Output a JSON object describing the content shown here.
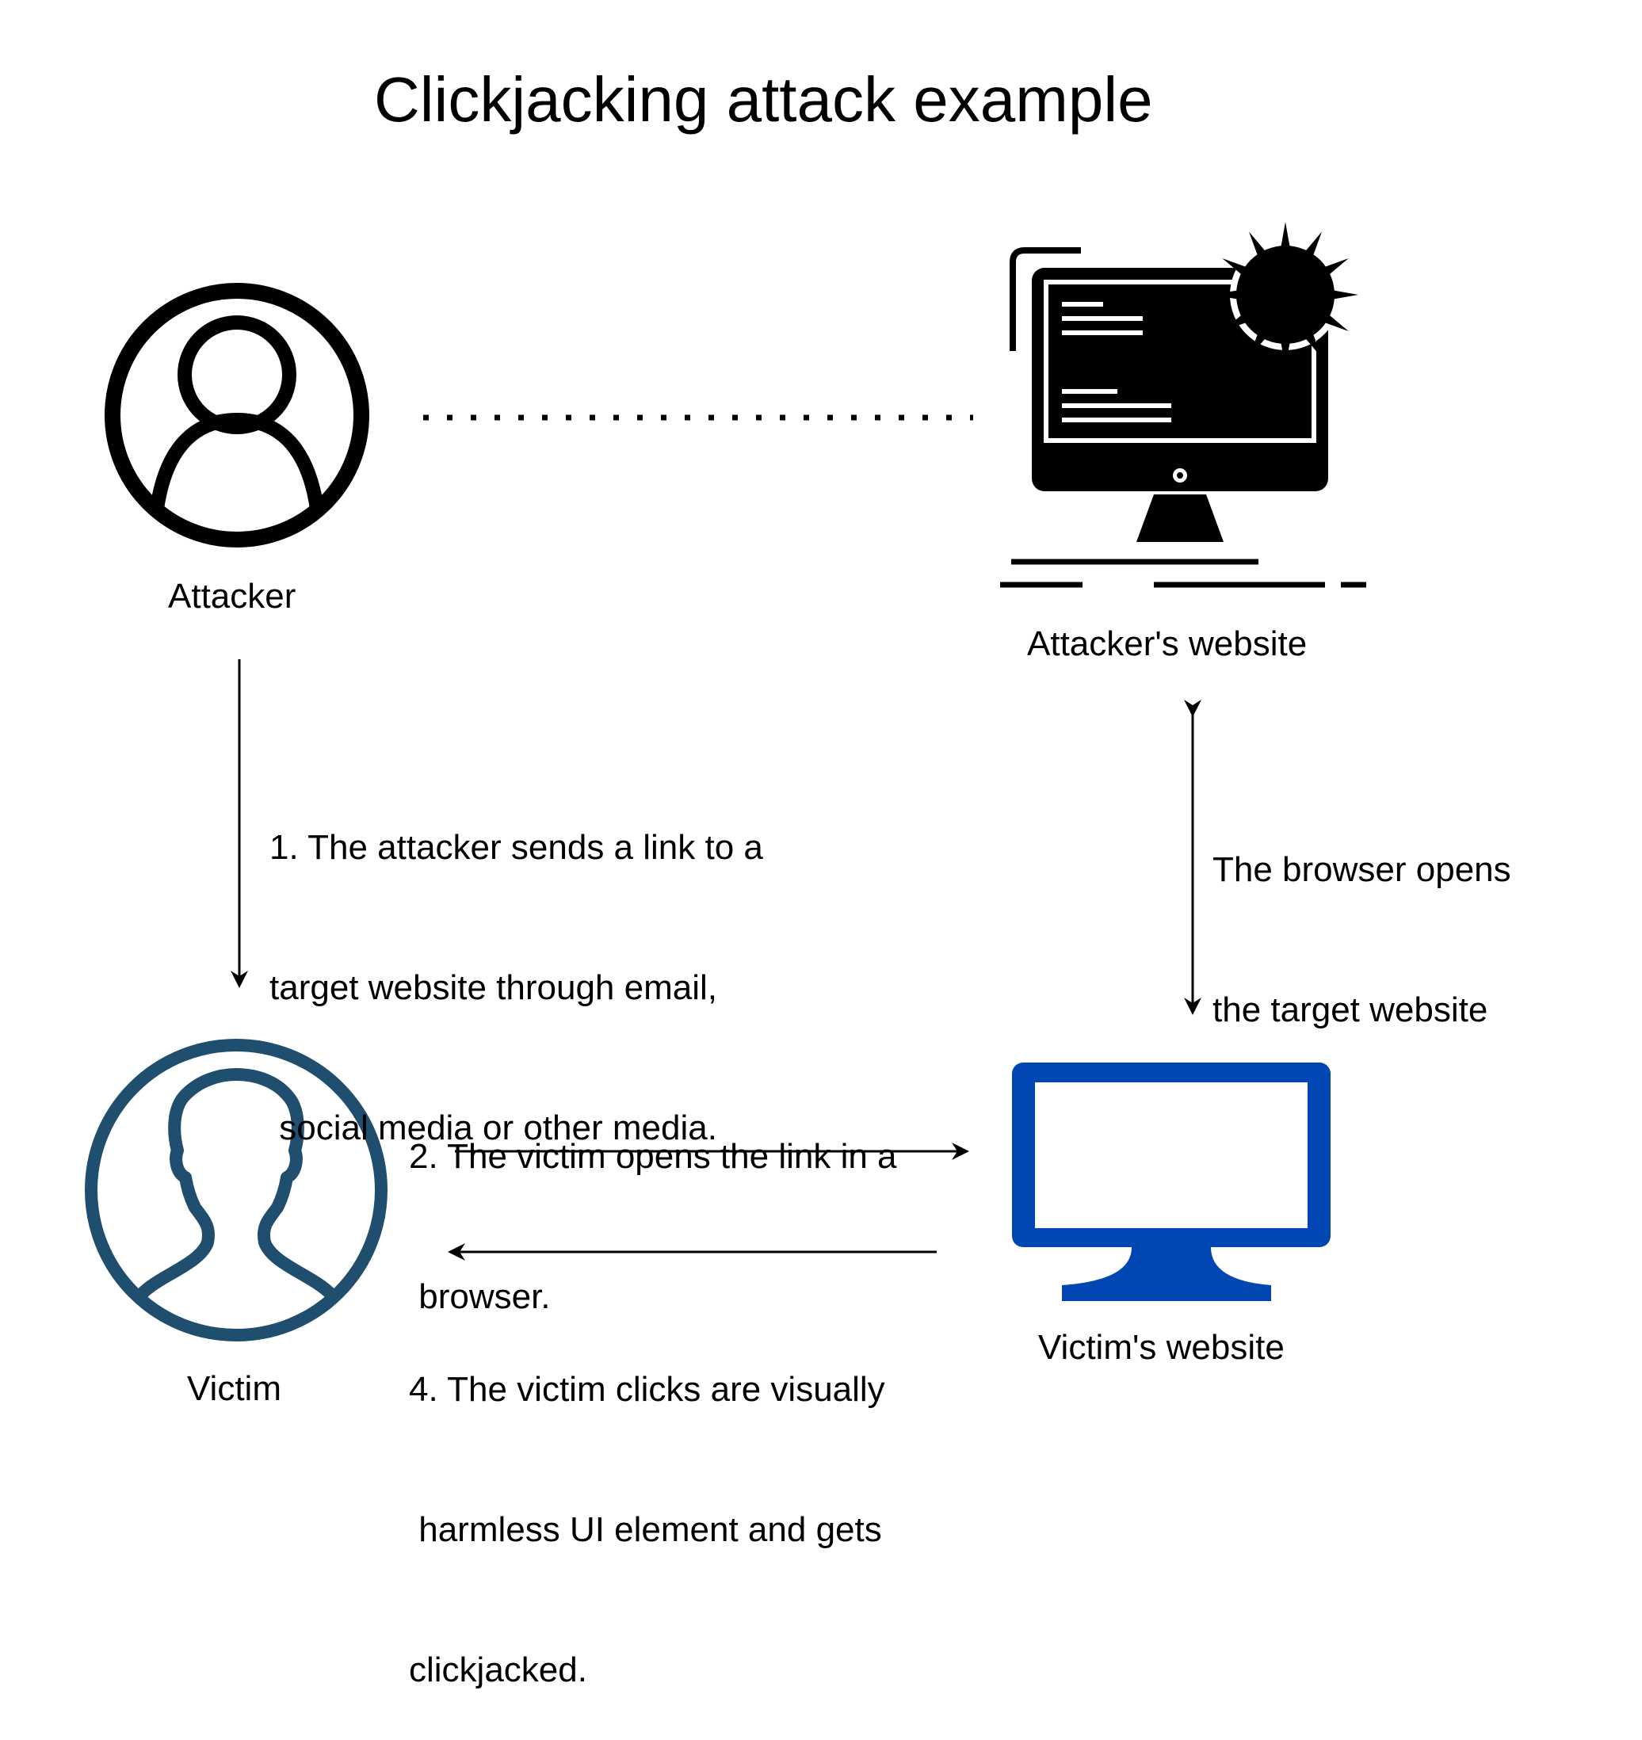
{
  "title": "Clickjacking attack example",
  "nodes": {
    "attacker": {
      "label": "Attacker"
    },
    "attacker_website": {
      "label": "Attacker's website"
    },
    "victim": {
      "label": "Victim"
    },
    "victim_website": {
      "label": "Victim's website"
    }
  },
  "steps": {
    "step1": [
      "1. The attacker sends a link to a",
      "target website through email,",
      " social media or other media."
    ],
    "step2": [
      "2. The victim opens the link in a",
      " browser."
    ],
    "step3": [
      "The browser opens",
      "the target website"
    ],
    "step4": [
      "4. The victim clicks are visually",
      " harmless UI element and gets",
      "clickjacked."
    ]
  },
  "colors": {
    "victim_icon": "#1f4e6e",
    "victim_website_icon": "#0047b3",
    "stroke": "#000000"
  },
  "icons": {
    "attacker": "user-circle-icon",
    "attacker_website": "monitor-with-gear-icon",
    "victim": "user-silhouette-icon",
    "victim_website": "monitor-icon"
  }
}
